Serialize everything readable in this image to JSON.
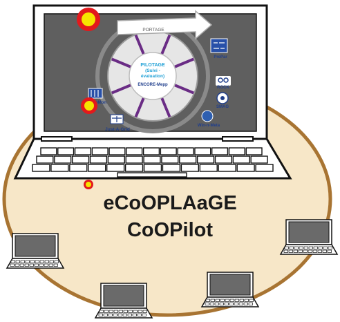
{
  "diagram": {
    "portage_label": "PORTAGE",
    "center": {
      "line1": "PILOTAGE",
      "line2": "(Suivi -",
      "line3": "évaluation)",
      "line4": "ENCORE-Mepp"
    },
    "tools": {
      "prepar": "PrePar",
      "rock": "ROCK",
      "smag": "SMAG",
      "coomon": "CooMon",
      "just_a_grid": "Just-A-Grid",
      "winnemeta": "Win-n-Meta"
    },
    "title_line1": "eCoOPLAaGE",
    "title_line2": "CoOPilot",
    "colors": {
      "island_fill": "#f7e7c8",
      "island_stroke": "#a87432",
      "screen": "#5f5f5f",
      "spoke": "#6a2c85",
      "marker_outer": "#e3191c",
      "marker_inner": "#f6e500",
      "label_blue": "#1f3e8c"
    }
  }
}
